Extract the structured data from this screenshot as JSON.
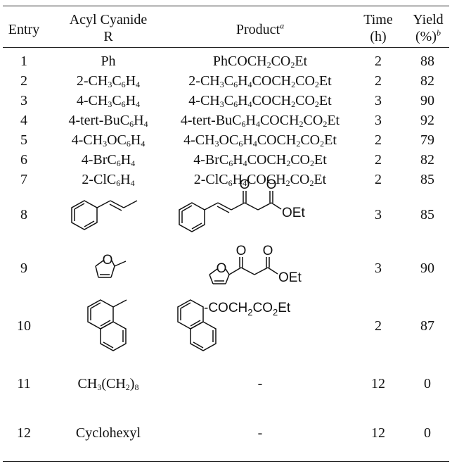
{
  "headers": {
    "entry": "Entry",
    "acyl_line1": "Acyl Cyanide",
    "acyl_line2": "R",
    "product": "Product",
    "product_note": "a",
    "time_line1": "Time",
    "time_line2": "(h)",
    "yield_line1": "Yield",
    "yield_line2": "(%)",
    "yield_note": "b"
  },
  "rows": [
    {
      "entry": "1",
      "acyl": [
        [
          "Ph",
          ""
        ]
      ],
      "product": [
        [
          "PhCOCH",
          ""
        ],
        [
          "2",
          "s"
        ],
        [
          "CO",
          ""
        ],
        [
          "2",
          "s"
        ],
        [
          "Et",
          ""
        ]
      ],
      "time": "2",
      "yield": "88"
    },
    {
      "entry": "2",
      "acyl": [
        [
          "2-CH",
          ""
        ],
        [
          "3",
          "s"
        ],
        [
          "C",
          ""
        ],
        [
          "6",
          "s"
        ],
        [
          "H",
          ""
        ],
        [
          "4",
          "s"
        ]
      ],
      "product": [
        [
          "2-CH",
          ""
        ],
        [
          "3",
          "s"
        ],
        [
          "C",
          ""
        ],
        [
          "6",
          "s"
        ],
        [
          "H",
          ""
        ],
        [
          "4",
          "s"
        ],
        [
          "COCH",
          ""
        ],
        [
          "2",
          "s"
        ],
        [
          "CO",
          ""
        ],
        [
          "2",
          "s"
        ],
        [
          "Et",
          ""
        ]
      ],
      "time": "2",
      "yield": "82"
    },
    {
      "entry": "3",
      "acyl": [
        [
          "4-CH",
          ""
        ],
        [
          "3",
          "s"
        ],
        [
          "C",
          ""
        ],
        [
          "6",
          "s"
        ],
        [
          "H",
          ""
        ],
        [
          "4",
          "s"
        ]
      ],
      "product": [
        [
          "4-CH",
          ""
        ],
        [
          "3",
          "s"
        ],
        [
          "C",
          ""
        ],
        [
          "6",
          "s"
        ],
        [
          "H",
          ""
        ],
        [
          "4",
          "s"
        ],
        [
          "COCH",
          ""
        ],
        [
          "2",
          "s"
        ],
        [
          "CO",
          ""
        ],
        [
          "2",
          "s"
        ],
        [
          "Et",
          ""
        ]
      ],
      "time": "3",
      "yield": "90"
    },
    {
      "entry": "4",
      "acyl": [
        [
          "4-tert-BuC",
          ""
        ],
        [
          "6",
          "s"
        ],
        [
          "H",
          ""
        ],
        [
          "4",
          "s"
        ]
      ],
      "product": [
        [
          "4-tert-BuC",
          ""
        ],
        [
          "6",
          "s"
        ],
        [
          "H",
          ""
        ],
        [
          "4",
          "s"
        ],
        [
          "COCH",
          ""
        ],
        [
          "2",
          "s"
        ],
        [
          "CO",
          ""
        ],
        [
          "2",
          "s"
        ],
        [
          "Et",
          ""
        ]
      ],
      "time": "3",
      "yield": "92"
    },
    {
      "entry": "5",
      "acyl": [
        [
          "4-CH",
          ""
        ],
        [
          "3",
          "s"
        ],
        [
          "OC",
          ""
        ],
        [
          "6",
          "s"
        ],
        [
          "H",
          ""
        ],
        [
          "4",
          "s"
        ]
      ],
      "product": [
        [
          "4-CH",
          ""
        ],
        [
          "3",
          "s"
        ],
        [
          "OC",
          ""
        ],
        [
          "6",
          "s"
        ],
        [
          "H",
          ""
        ],
        [
          "4",
          "s"
        ],
        [
          "COCH",
          ""
        ],
        [
          "2",
          "s"
        ],
        [
          "CO",
          ""
        ],
        [
          "2",
          "s"
        ],
        [
          "Et",
          ""
        ]
      ],
      "time": "2",
      "yield": "79"
    },
    {
      "entry": "6",
      "acyl": [
        [
          "4-BrC",
          ""
        ],
        [
          "6",
          "s"
        ],
        [
          "H",
          ""
        ],
        [
          "4",
          "s"
        ]
      ],
      "product": [
        [
          "4-BrC",
          ""
        ],
        [
          "6",
          "s"
        ],
        [
          "H",
          ""
        ],
        [
          "4",
          "s"
        ],
        [
          "COCH",
          ""
        ],
        [
          "2",
          "s"
        ],
        [
          "CO",
          ""
        ],
        [
          "2",
          "s"
        ],
        [
          "Et",
          ""
        ]
      ],
      "time": "2",
      "yield": "82"
    },
    {
      "entry": "7",
      "acyl": [
        [
          "2-ClC",
          ""
        ],
        [
          "6",
          "s"
        ],
        [
          "H",
          ""
        ],
        [
          "4",
          "s"
        ]
      ],
      "product": [
        [
          "2-ClC",
          ""
        ],
        [
          "6",
          "s"
        ],
        [
          "H",
          ""
        ],
        [
          "4",
          "s"
        ],
        [
          "COCH",
          ""
        ],
        [
          "2",
          "s"
        ],
        [
          "CO",
          ""
        ],
        [
          "2",
          "s"
        ],
        [
          "Et",
          ""
        ]
      ],
      "time": "2",
      "yield": "85"
    },
    {
      "entry": "8",
      "time": "3",
      "yield": "85"
    },
    {
      "entry": "9",
      "time": "3",
      "yield": "90"
    },
    {
      "entry": "10",
      "time": "2",
      "yield": "87"
    },
    {
      "entry": "11",
      "acyl": [
        [
          "CH",
          ""
        ],
        [
          "3",
          "s"
        ],
        [
          "(CH",
          ""
        ],
        [
          "2",
          "s"
        ],
        [
          ")",
          ""
        ],
        [
          "8",
          "s"
        ]
      ],
      "product": [
        [
          "-",
          ""
        ]
      ],
      "time": "12",
      "yield": "0"
    },
    {
      "entry": "12",
      "acyl": [
        [
          "Cyclohexyl",
          ""
        ]
      ],
      "product": [
        [
          "-",
          ""
        ]
      ],
      "time": "12",
      "yield": "0"
    }
  ],
  "structures": {
    "ketone_o": "O",
    "ester_o": "O",
    "oet": "OEt",
    "furan_o": "O",
    "furan_o2": "O",
    "furan_ester_o": "O",
    "furan_oet": "OEt",
    "naph_chain": "-COCH",
    "naph_chain_sub1": "2",
    "naph_chain_mid": "CO",
    "naph_chain_sub2": "2",
    "naph_chain_end": "Et"
  }
}
